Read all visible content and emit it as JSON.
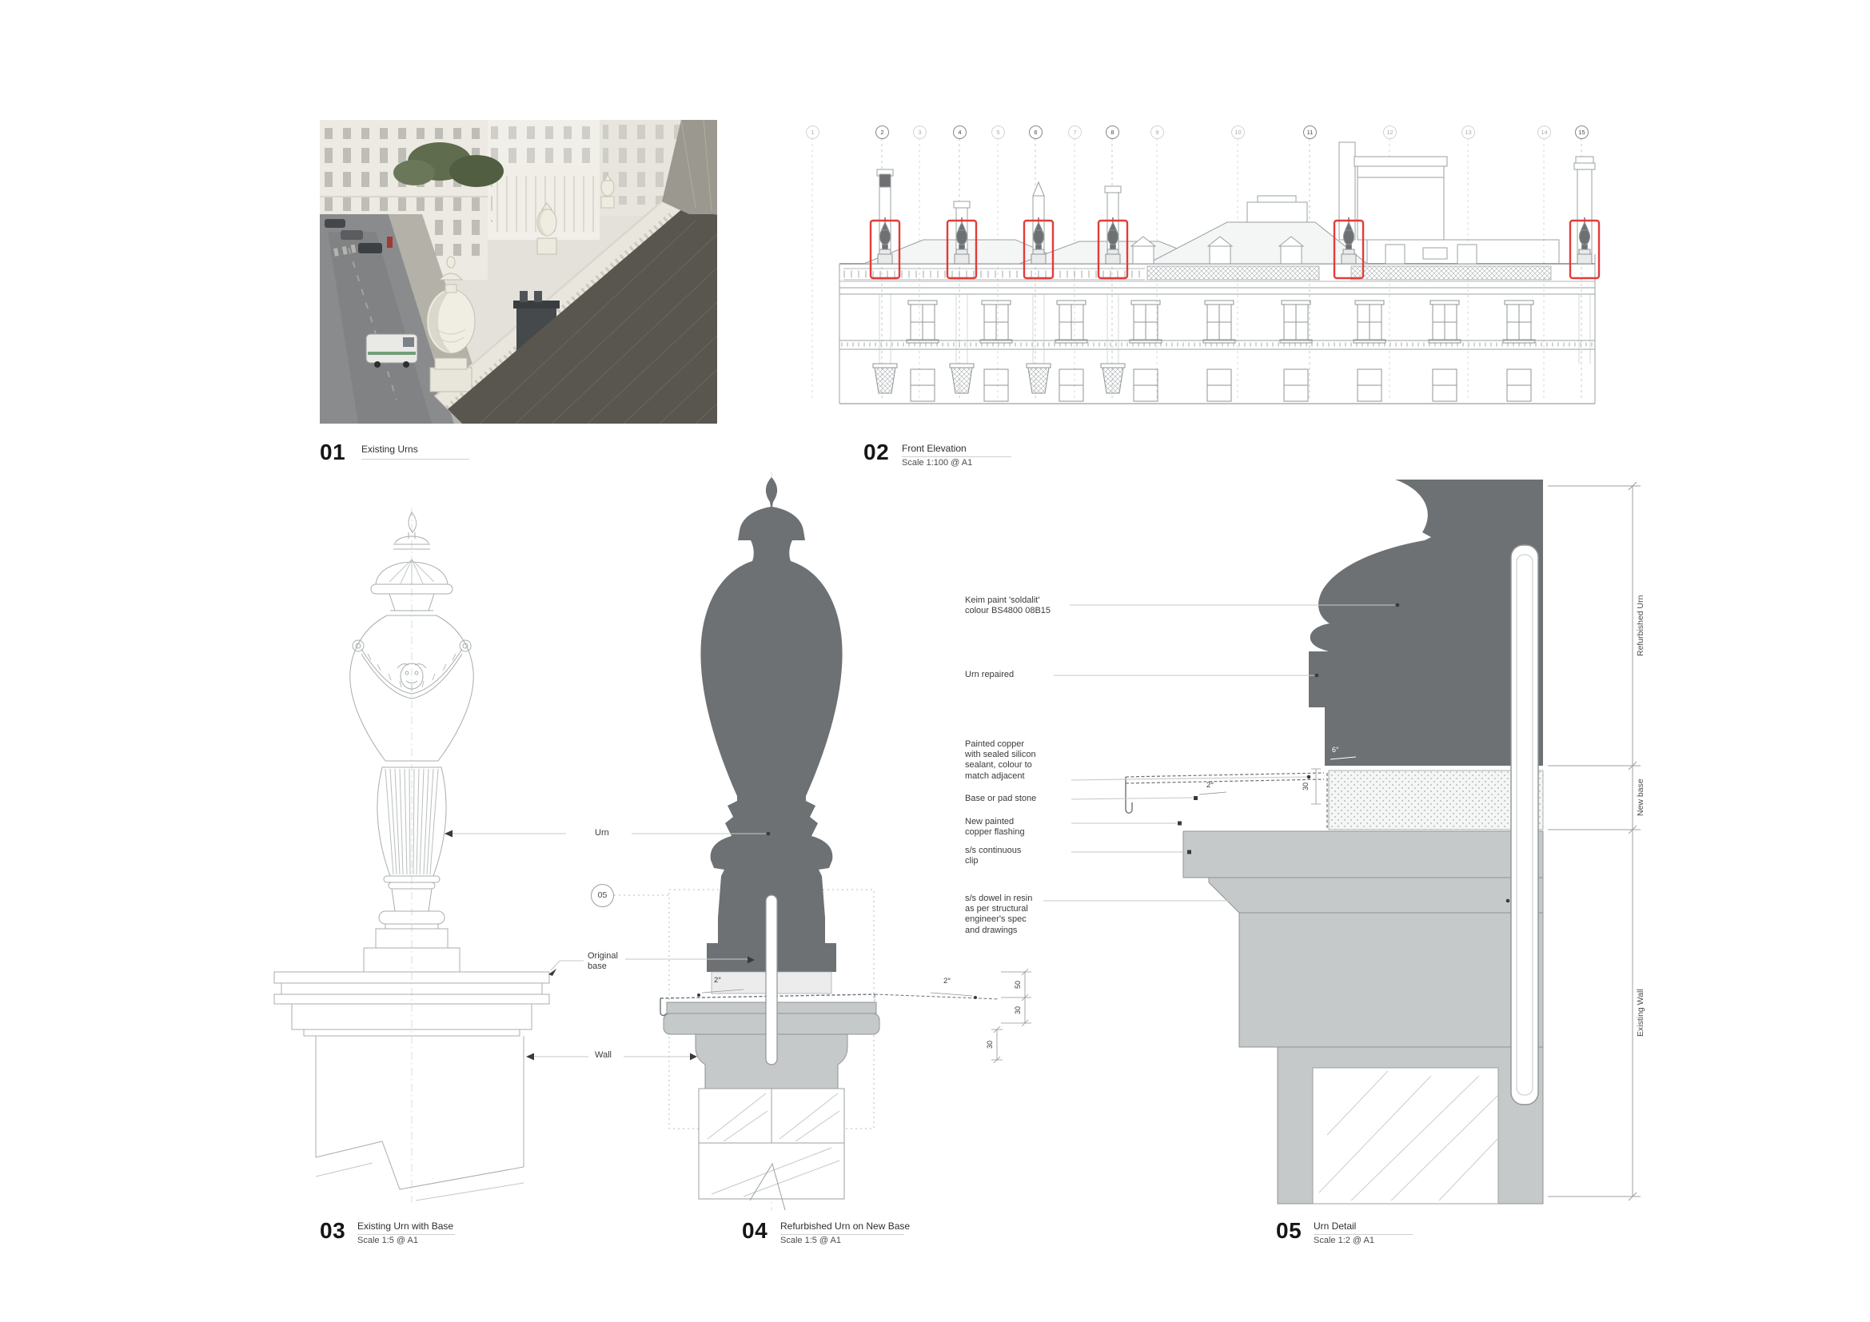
{
  "panels": [
    {
      "id": "01",
      "title": "Existing Urns",
      "scale": ""
    },
    {
      "id": "02",
      "title": "Front Elevation",
      "scale": "Scale 1:100 @ A1"
    },
    {
      "id": "03",
      "title": "Existing Urn with Base",
      "scale": "Scale 1:5 @ A1"
    },
    {
      "id": "04",
      "title": "Refurbished Urn on New Base",
      "scale": "Scale 1:5 @ A1"
    },
    {
      "id": "05",
      "title": "Urn Detail",
      "scale": "Scale 1:2 @ A1"
    }
  ],
  "elevation": {
    "grid_labels": [
      "1",
      "2",
      "3",
      "4",
      "5",
      "6",
      "7",
      "8",
      "9",
      "10",
      "11",
      "12",
      "13",
      "14",
      "15"
    ],
    "highlight_color": "#e23c38",
    "highlighted_grids": [
      "2",
      "4",
      "6",
      "8",
      "11",
      "15"
    ]
  },
  "drawing_labels": {
    "urn": "Urn",
    "original_base_line1": "Original",
    "original_base_line2": "base",
    "wall": "Wall",
    "detail_ref": "05"
  },
  "callouts": {
    "keim_line1": "Keim paint 'soldalit'",
    "keim_line2": "colour BS4800  08B15",
    "urn_repaired": "Urn repaired",
    "painted_copper_line1": "Painted copper",
    "painted_copper_line2": "with sealed silicon",
    "painted_copper_line3": "sealant, colour to",
    "painted_copper_line4": "match adjacent",
    "base_pad": "Base or pad stone",
    "flashing_line1": "New painted",
    "flashing_line2": "copper flashing",
    "clip_line1": "s/s continuous",
    "clip_line2": "clip",
    "dowel_line1": "s/s dowel in resin",
    "dowel_line2": "as per structural",
    "dowel_line3": "engineer's spec",
    "dowel_line4": "and drawings"
  },
  "dimensions": {
    "p4_slope_left": "2°",
    "p4_slope_right": "2°",
    "p4_h50": "50",
    "p4_h30": "30",
    "p4_w30": "30",
    "p5_slope": "6°",
    "p5_h30": "30",
    "p5_slope2": "2°"
  },
  "side_labels": {
    "refurbished_urn": "Refurbished Urn",
    "new_base": "New base",
    "existing_wall": "Existing Wall"
  },
  "colors": {
    "urn_fill": "#6d7173",
    "wall_fill": "#c6c9ca",
    "pad_fill": "#ececec",
    "highlight": "#e23c38"
  }
}
